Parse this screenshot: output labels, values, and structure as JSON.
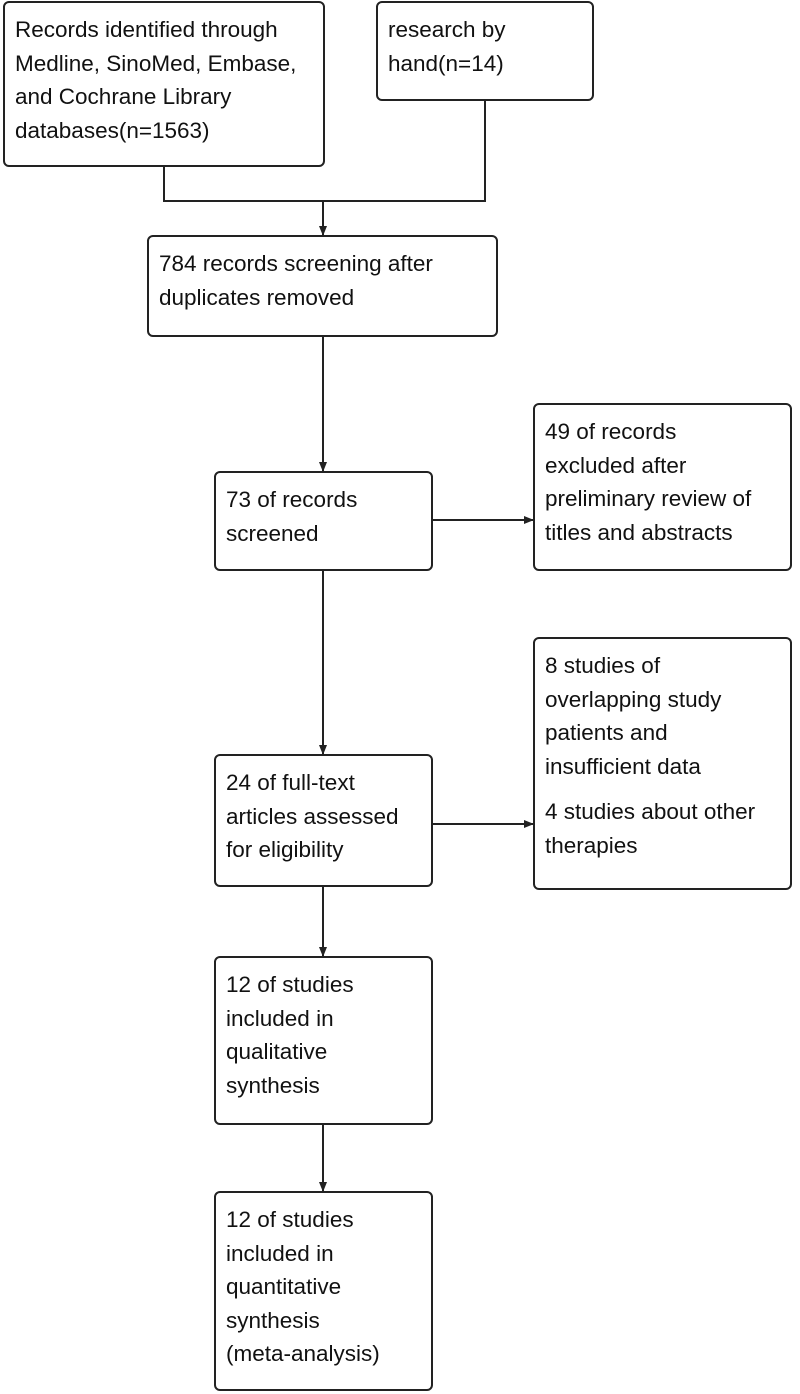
{
  "boxes": {
    "databases": {
      "lines": [
        "Records identified through",
        "Medline, SinoMed, Embase,",
        "and Cochrane Library",
        "databases(n=1563)"
      ]
    },
    "hand_search": {
      "lines": [
        "research by",
        "hand(n=14)"
      ]
    },
    "after_duplicates": {
      "lines": [
        "784 records screening after",
        "duplicates removed"
      ]
    },
    "screened": {
      "lines": [
        "73 of records",
        "screened"
      ]
    },
    "excluded_titles": {
      "lines": [
        "49 of records",
        "excluded after",
        "preliminary review of",
        "titles and abstracts"
      ]
    },
    "fulltext": {
      "lines": [
        "24 of full-text",
        "articles assessed",
        "for eligibility"
      ]
    },
    "excluded_fulltext": {
      "group1": [
        "8 studies of",
        "overlapping study",
        "patients and",
        "insufficient data"
      ],
      "group2": [
        "4 studies about other",
        "therapies"
      ]
    },
    "qualitative": {
      "lines": [
        "12 of studies",
        "included in",
        "qualitative",
        "synthesis"
      ]
    },
    "quantitative": {
      "lines": [
        "12 of studies",
        "included in",
        "quantitative",
        "synthesis",
        "(meta-analysis)"
      ]
    }
  },
  "colors": {
    "stroke": "#222222",
    "background": "#ffffff"
  }
}
